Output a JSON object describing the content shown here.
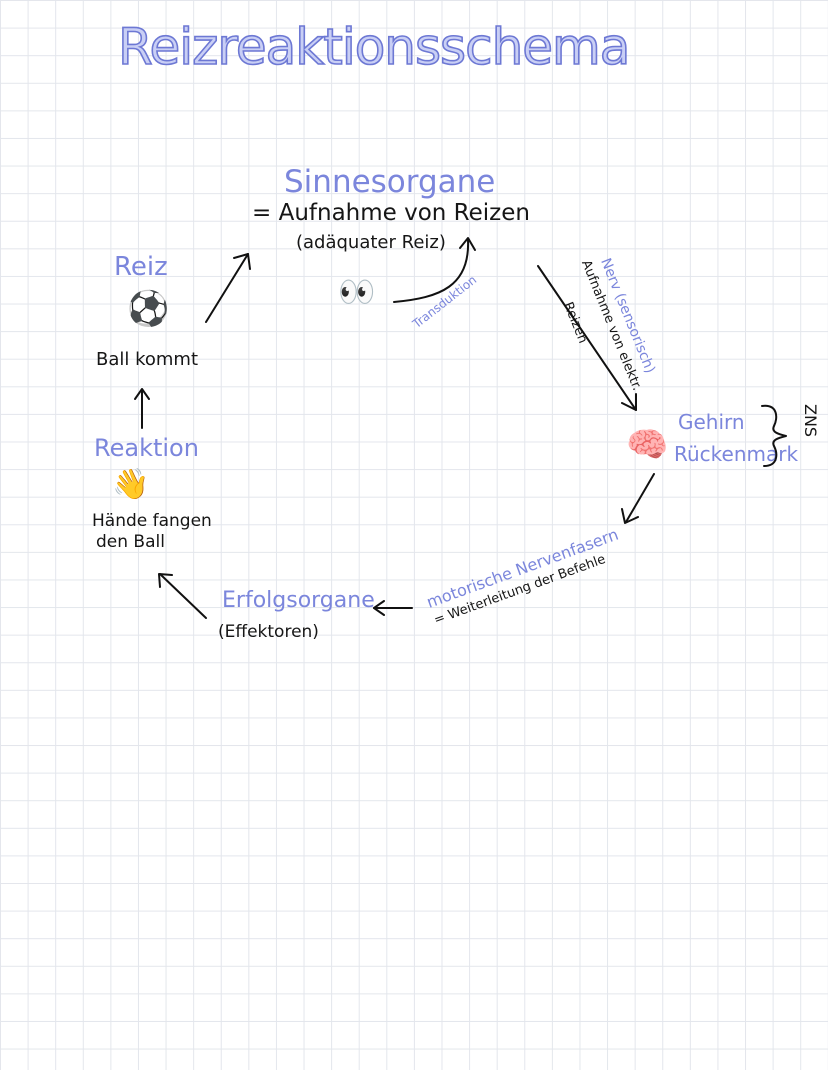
{
  "title": "Reizreaktionsschema",
  "sinnesorgane": {
    "heading": "Sinnesorgane",
    "line1": "= Aufnahme von Reizen",
    "line2": "(adäquater Reiz)",
    "emoji": "👀",
    "transduktion": "Transduktion"
  },
  "reiz": {
    "heading": "Reiz",
    "emoji": "⚽",
    "text": "Ball kommt"
  },
  "reaktion": {
    "heading": "Reaktion",
    "emoji": "👋",
    "line1": "Hände fangen",
    "line2": "den Ball"
  },
  "nerv": {
    "heading": "Nerv (sensorisch)",
    "line1": "Aufnahme von elektr.",
    "line2": "Reizen"
  },
  "zns": {
    "emoji": "🧠",
    "gehirn": "Gehirn",
    "rueckenmark": "Rückenmark",
    "label": "ZNS"
  },
  "motorisch": {
    "heading": "motorische Nervenfasern",
    "text": "= Weiterleitung der Befehle"
  },
  "erfolgsorgane": {
    "heading": "Erfolgsorgane",
    "text": "(Effektoren)"
  },
  "colors": {
    "accent": "#7b86dc",
    "title_fill": "#c9cff5",
    "ink": "#161616",
    "grid": "#e3e6ec"
  }
}
